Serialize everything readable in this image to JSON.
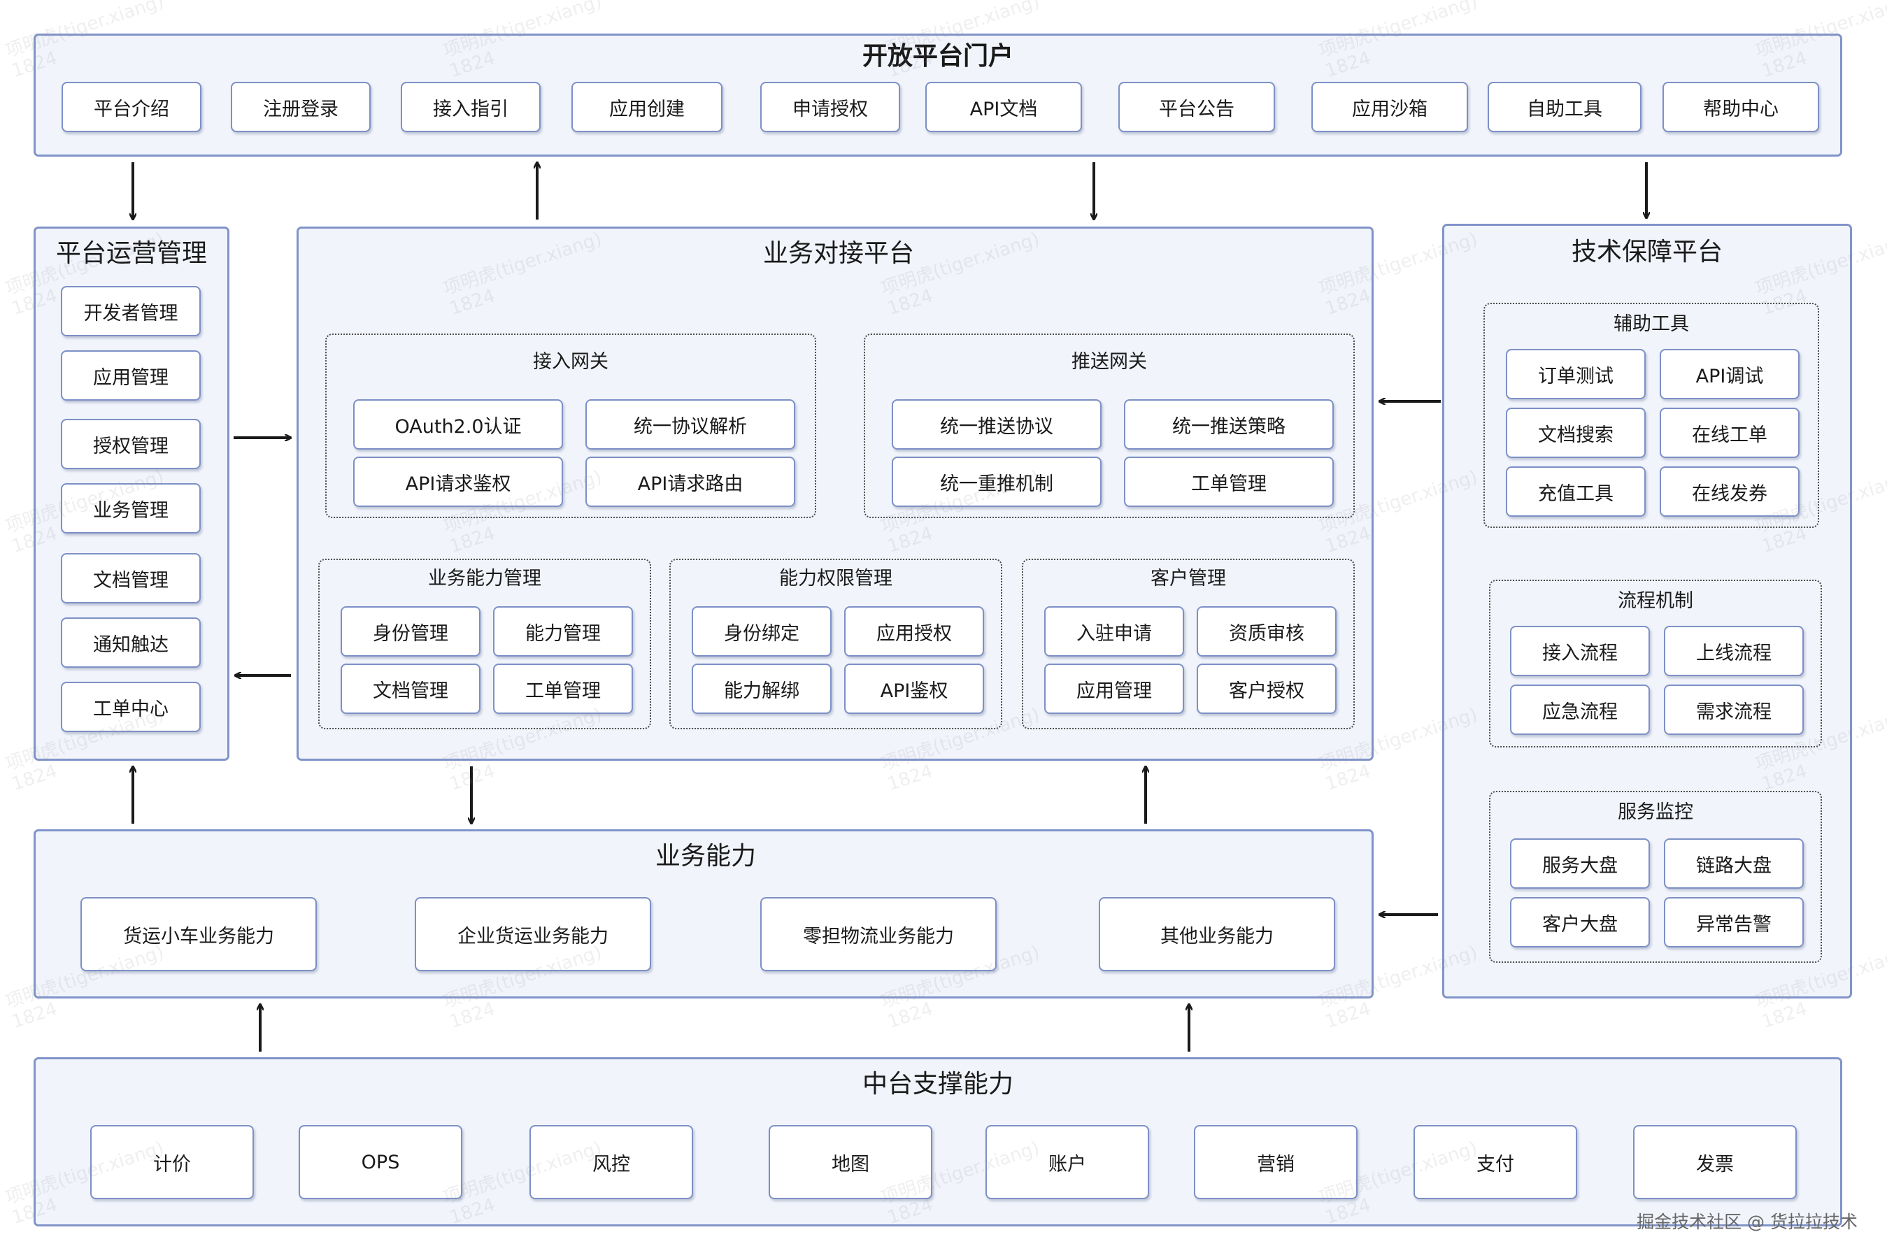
{
  "portal": {
    "title": "开放平台门户",
    "items": [
      "平台介绍",
      "注册登录",
      "接入指引",
      "应用创建",
      "申请授权",
      "API文档",
      "平台公告",
      "应用沙箱",
      "自助工具",
      "帮助中心"
    ]
  },
  "ops": {
    "title": "平台运营管理",
    "items": [
      "开发者管理",
      "应用管理",
      "授权管理",
      "业务管理",
      "文档管理",
      "通知触达",
      "工单中心"
    ]
  },
  "biz_platform": {
    "title": "业务对接平台",
    "access_gateway": {
      "title": "接入网关",
      "items": [
        "OAuth2.0认证",
        "统一协议解析",
        "API请求鉴权",
        "API请求路由"
      ]
    },
    "push_gateway": {
      "title": "推送网关",
      "items": [
        "统一推送协议",
        "统一推送策略",
        "统一重推机制",
        "工单管理"
      ]
    },
    "capability_mgmt": {
      "title": "业务能力管理",
      "items": [
        "身份管理",
        "能力管理",
        "文档管理",
        "工单管理"
      ]
    },
    "permission_mgmt": {
      "title": "能力权限管理",
      "items": [
        "身份绑定",
        "应用授权",
        "能力解绑",
        "API鉴权"
      ]
    },
    "customer_mgmt": {
      "title": "客户管理",
      "items": [
        "入驻申请",
        "资质审核",
        "应用管理",
        "客户授权"
      ]
    }
  },
  "tech": {
    "title": "技术保障平台",
    "aux_tools": {
      "title": "辅助工具",
      "items": [
        "订单测试",
        "API调试",
        "文档搜索",
        "在线工单",
        "充值工具",
        "在线发券"
      ]
    },
    "process": {
      "title": "流程机制",
      "items": [
        "接入流程",
        "上线流程",
        "应急流程",
        "需求流程"
      ]
    },
    "monitor": {
      "title": "服务监控",
      "items": [
        "服务大盘",
        "链路大盘",
        "客户大盘",
        "异常告警"
      ]
    }
  },
  "biz_capability": {
    "title": "业务能力",
    "items": [
      "货运小车业务能力",
      "企业货运业务能力",
      "零担物流业务能力",
      "其他业务能力"
    ]
  },
  "middle": {
    "title": "中台支撑能力",
    "items": [
      "计价",
      "OPS",
      "风控",
      "地图",
      "账户",
      "营销",
      "支付",
      "发票"
    ]
  },
  "footer": "掘金技术社区 @ 货拉拉技术",
  "watermark": {
    "line1": "项明虎(tiger.xiang)",
    "line2": "1824"
  },
  "colors": {
    "panel_bg": "#f1f4fb",
    "border": "#8094c9",
    "arrow": "#1a1a1a"
  }
}
